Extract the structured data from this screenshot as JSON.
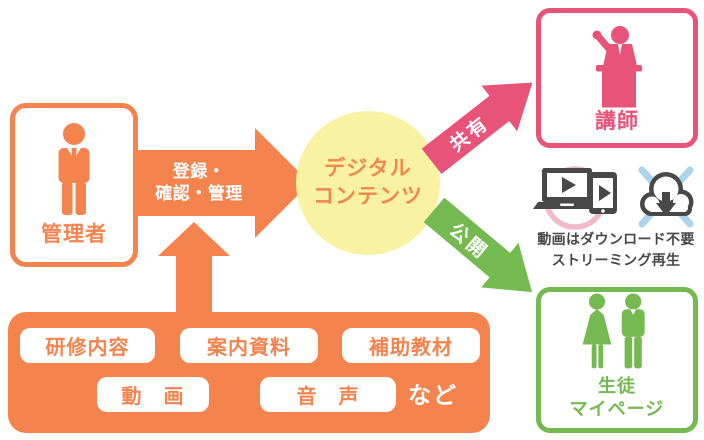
{
  "admin_box": {
    "label": "管理者"
  },
  "register_arrow": {
    "line1": "登録・",
    "line2": "確認・管理"
  },
  "digital_contents": {
    "line1": "デジタル",
    "line2": "コンテンツ"
  },
  "share_arrow": {
    "label": "共有"
  },
  "publish_arrow": {
    "label": "公開"
  },
  "instructor_box": {
    "label": "講師"
  },
  "student_box": {
    "line1": "生徒",
    "line2": "マイページ"
  },
  "streaming_note": {
    "line1": "動画はダウンロード不要",
    "line2": "ストリーミング再生"
  },
  "content_box": {
    "row1": [
      "研修内容",
      "案内資料",
      "補助教材"
    ],
    "row2": [
      "動　画",
      "音　声"
    ],
    "etc": "など"
  },
  "colors": {
    "orange": "#F4834E",
    "pink": "#E8537A",
    "ring_pink": "#F2BAC9",
    "green": "#74BA50",
    "pale_yellow": "#F9F2A2",
    "dark_gray": "#484848",
    "light_blue": "#AAD5EC"
  }
}
